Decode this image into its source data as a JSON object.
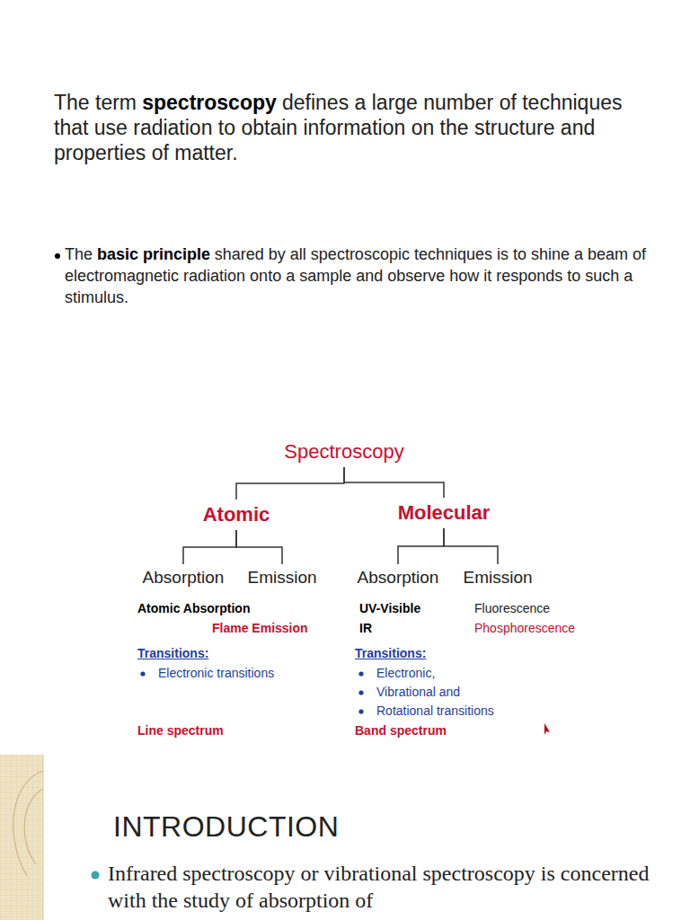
{
  "diagram": {
    "nodes": [
      {
        "text": [
          "Spectroscopy"
        ]
      },
      {
        "text": [
          "Atomic"
        ]
      },
      {
        "text": [
          "Molecular"
        ]
      },
      {
        "text": [
          "Absorption"
        ]
      },
      {
        "text": [
          "Emission"
        ]
      },
      {
        "text": [
          "Absorption"
        ]
      },
      {
        "text": [
          "Emission"
        ]
      }
    ],
    "edges": [
      {
        "from": 0,
        "to": 1,
        "arrow": "none"
      },
      {
        "from": 0,
        "to": 2,
        "arrow": "none"
      },
      {
        "from": 1,
        "to": 3,
        "arrow": "none"
      },
      {
        "from": 1,
        "to": 4,
        "arrow": "none"
      },
      {
        "from": 2,
        "to": 5,
        "arrow": "none"
      },
      {
        "from": 2,
        "to": 6,
        "arrow": "none"
      }
    ],
    "labels": [
      "The term",
      "spectroscopy",
      "defines a large number of techniques that use radiation to obtain information on the structure and properties of matter.",
      "The",
      "basic principle",
      "shared by all spectroscopic techniques is to shine a beam of electromagnetic radiation onto a sample and observe how it responds to such a stimulus.",
      "Atomic Absorption",
      "Flame Emission",
      "Transitions:",
      "Electronic transitions",
      "Line spectrum",
      "UV-Visible",
      "Fluorescence",
      "IR",
      "Phosphorescence",
      "Transitions:",
      "Electronic,",
      "Vibrational and",
      "Rotational transitions",
      "Band spectrum",
      "INTRODUCTION",
      "Infrared spectroscopy or vibrational spectroscopy is concerned with the study of absorption of"
    ]
  }
}
